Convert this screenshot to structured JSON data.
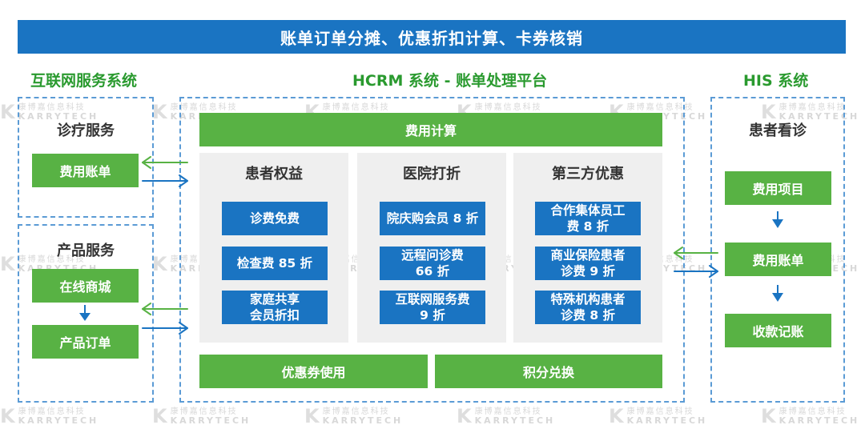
{
  "banner": {
    "title": "账单订单分摊、优惠折扣计算、卡券核销"
  },
  "left_system": {
    "title": "互联网服务系统",
    "diagnosis": {
      "title": "诊疗服务",
      "bill": "费用账单"
    },
    "product": {
      "title": "产品服务",
      "mall": "在线商城",
      "order": "产品订单"
    }
  },
  "center_system": {
    "title": "HCRM 系统 - 账单处理平台",
    "fee_calc": "费用计算",
    "columns": [
      {
        "title": "患者权益",
        "items": [
          "诊费免费",
          "检查费 85 折",
          "家庭共享\n会员折扣"
        ]
      },
      {
        "title": "医院打折",
        "items": [
          "院庆购会员 8 折",
          "远程问诊费\n66 折",
          "互联网服务费\n9 折"
        ]
      },
      {
        "title": "第三方优惠",
        "items": [
          "合作集体员工\n费 8 折",
          "商业保险患者\n诊费 9 折",
          "特殊机构患者\n诊费 8 折"
        ]
      }
    ],
    "coupon": "优惠券使用",
    "points": "积分兑换"
  },
  "right_system": {
    "title": "HIS 系统",
    "section_title": "患者看诊",
    "steps": [
      "费用项目",
      "费用账单",
      "收款记账"
    ]
  },
  "watermark": {
    "brand_cn": "康博嘉信息科技",
    "brand_en": "KARRYTECH",
    "logo_letter": "K"
  },
  "colors": {
    "blue": "#1a74c2",
    "green": "#58b244",
    "title_green": "#2a9a2f",
    "dash_blue": "#5b9bd5",
    "panel_gray": "#efefef"
  }
}
